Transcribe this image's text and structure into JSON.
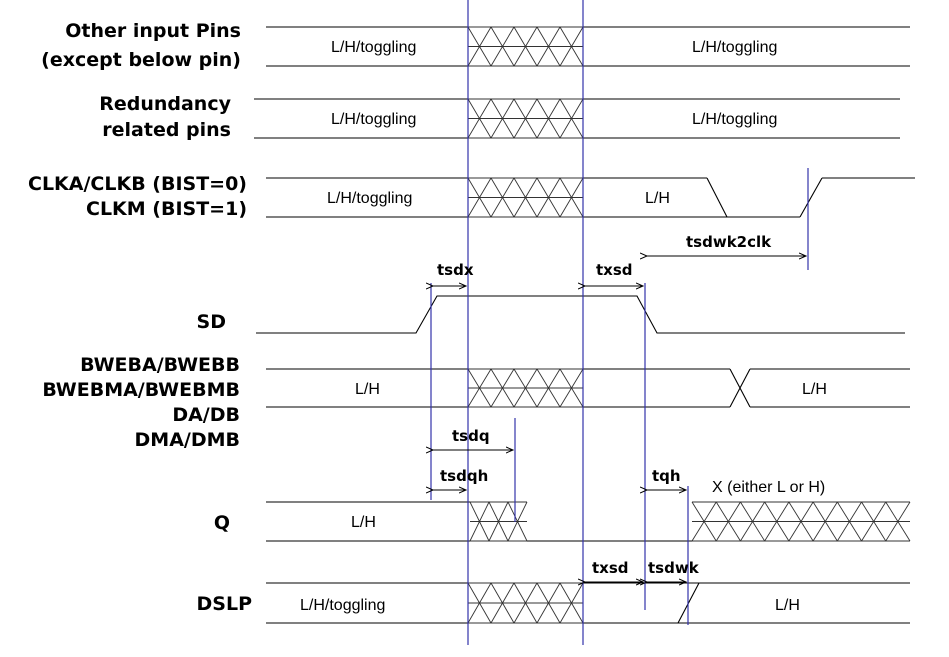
{
  "signals": {
    "other_inputs": {
      "label_line1": "Other input Pins",
      "label_line2": "(except below pin)",
      "state_left": "L/H/toggling",
      "state_right": "L/H/toggling"
    },
    "redundancy": {
      "label_line1": "Redundancy",
      "label_line2": "related pins",
      "state_left": "L/H/toggling",
      "state_right": "L/H/toggling"
    },
    "clk": {
      "label_line1": "CLKA/CLKB (BIST=0)",
      "label_line2": "CLKM (BIST=1)",
      "state_left": "L/H/toggling",
      "state_mid": "L/H"
    },
    "sd": {
      "label": "SD"
    },
    "bweb": {
      "label_line1": "BWEBA/BWEBB",
      "label_line2": "BWEBMA/BWEBMB",
      "label_line3": "DA/DB",
      "label_line4": "DMA/DMB",
      "state_left": "L/H",
      "state_right": "L/H"
    },
    "q": {
      "label": "Q",
      "state_left": "L/H",
      "state_right_note": "X (either L or H)"
    },
    "dslp": {
      "label": "DSLP",
      "state_left": "L/H/toggling",
      "state_right": "L/H"
    }
  },
  "timings": {
    "tsdx": "tsdx",
    "txsd_sd": "txsd",
    "tsdwk2clk": "tsdwk2clk",
    "tsdq": "tsdq",
    "tsdqh": "tsdqh",
    "tqh": "tqh",
    "txsd_dslp": "txsd",
    "tsdwk": "tsdwk"
  }
}
